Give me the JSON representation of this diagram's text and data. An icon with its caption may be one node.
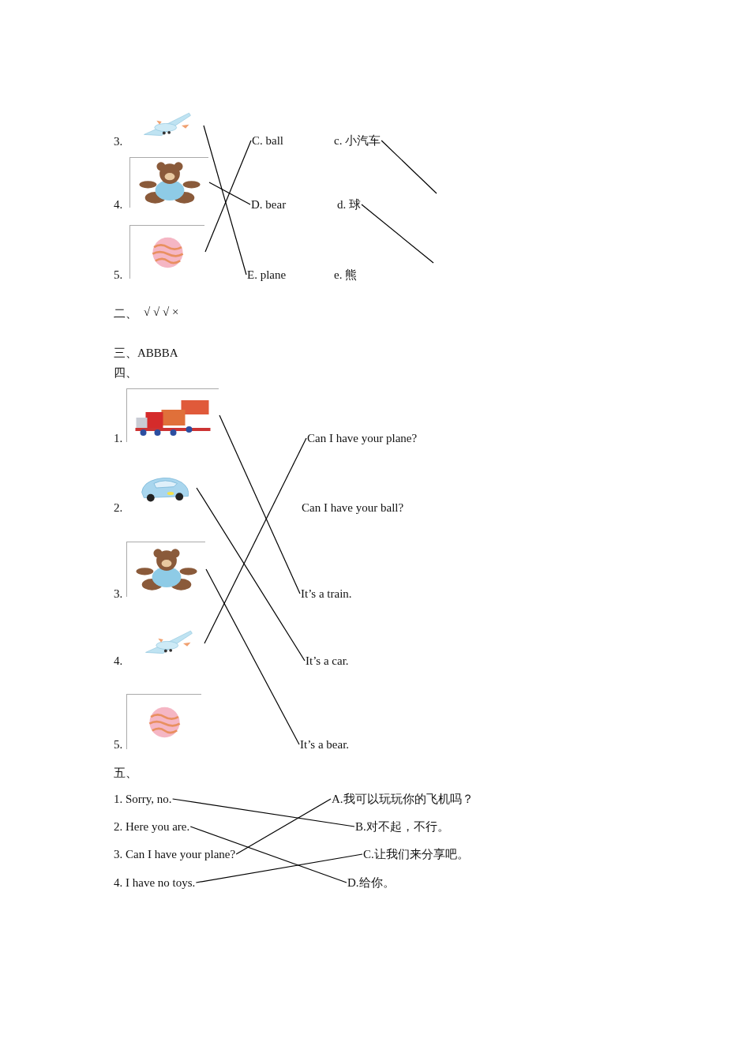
{
  "diagram": {
    "nodes": [
      {
        "text": [],
        "shape": "picture",
        "beside": [
          "3."
        ]
      },
      {
        "text": [
          "C. ball"
        ]
      },
      {
        "text": [
          "c. 小汽车"
        ]
      },
      {
        "text": [],
        "shape": "picture",
        "beside": [
          "4."
        ]
      },
      {
        "text": [
          "D. bear"
        ]
      },
      {
        "text": [
          "d. 球"
        ]
      },
      {
        "text": [],
        "shape": "picture",
        "beside": [
          "5."
        ]
      },
      {
        "text": [
          "E. plane"
        ]
      },
      {
        "text": [
          "e. 熊"
        ]
      },
      {
        "text": [],
        "shape": "picture",
        "beside": [
          "1."
        ]
      },
      {
        "text": [
          "Can I have your plane?"
        ]
      },
      {
        "text": [],
        "shape": "picture",
        "beside": [
          "2."
        ]
      },
      {
        "text": [
          "Can I have your ball?"
        ]
      },
      {
        "text": [],
        "shape": "picture",
        "beside": [
          "3."
        ]
      },
      {
        "text": [
          "It’s a train."
        ]
      },
      {
        "text": [],
        "shape": "picture",
        "beside": [
          "4."
        ]
      },
      {
        "text": [
          "It’s a car."
        ]
      },
      {
        "text": [],
        "shape": "picture",
        "beside": [
          "5."
        ]
      },
      {
        "text": [
          "It’s a bear."
        ]
      },
      {
        "text": [
          "1. Sorry, no."
        ]
      },
      {
        "text": [
          "A.我可以玩玩你的飞机吗？"
        ]
      },
      {
        "text": [
          "2. Here you are."
        ]
      },
      {
        "text": [
          "B.对不起，不行。"
        ]
      },
      {
        "text": [
          "3. Can I have your plane?"
        ]
      },
      {
        "text": [
          "C.让我们来分享吧。"
        ]
      },
      {
        "text": [
          "4. I have no toys."
        ]
      },
      {
        "text": [
          "D.给你。"
        ]
      }
    ],
    "edges": [
      {
        "from": 0,
        "to": 7,
        "arrow": "none"
      },
      {
        "from": 3,
        "to": 4,
        "arrow": "none"
      },
      {
        "from": 6,
        "to": 1,
        "arrow": "none"
      },
      {
        "from": 2,
        "to": null,
        "arrow": "none"
      },
      {
        "from": 5,
        "to": null,
        "arrow": "none"
      },
      {
        "from": 9,
        "to": 14,
        "arrow": "none"
      },
      {
        "from": 11,
        "to": 16,
        "arrow": "none"
      },
      {
        "from": 13,
        "to": 18,
        "arrow": "none"
      },
      {
        "from": 15,
        "to": 10,
        "arrow": "none"
      },
      {
        "from": 19,
        "to": 22,
        "arrow": "none"
      },
      {
        "from": 21,
        "to": 26,
        "arrow": "none"
      },
      {
        "from": 23,
        "to": 20,
        "arrow": "none"
      },
      {
        "from": 25,
        "to": 24,
        "arrow": "none"
      }
    ],
    "labels": [
      "二、",
      "√ √ √ ×",
      "三、ABBBA",
      "四、",
      "五、"
    ]
  }
}
